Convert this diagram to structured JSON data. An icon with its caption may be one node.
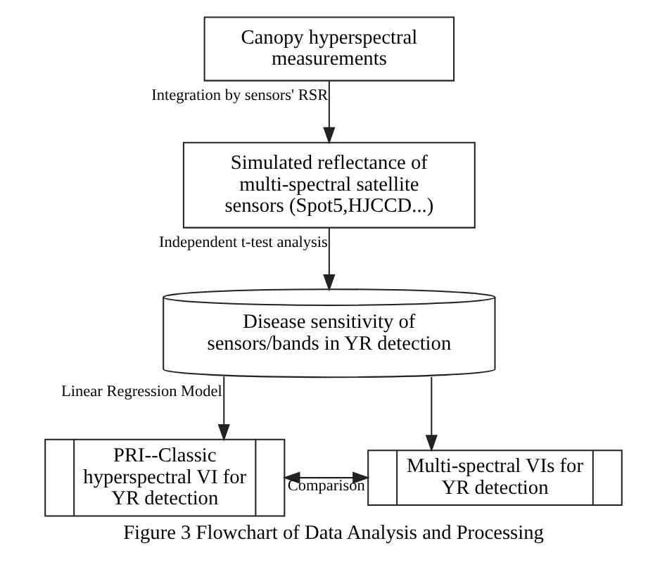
{
  "diagram": {
    "caption": "Figure 3 Flowchart of Data Analysis and Processing",
    "nodes": [
      {
        "text": [
          "Canopy hyperspectral measurements"
        ]
      },
      {
        "text": [
          "Simulated reflectance of multi-spectral satellite sensors (Spot5,HJCCD...)"
        ]
      },
      {
        "text": [
          "Disease sensitivity of sensors/bands in YR detection"
        ]
      },
      {
        "text": [
          "PRI--Classic hyperspectral VI for YR detection"
        ]
      },
      {
        "text": [
          "Multi-spectral VIs for YR detection"
        ]
      }
    ],
    "edges": [
      {
        "from": 0,
        "to": 1,
        "arrow": "to",
        "label": "Integration by sensors' RSR"
      },
      {
        "from": 1,
        "to": 2,
        "arrow": "to",
        "label": "Independent t-test analysis"
      },
      {
        "from": 2,
        "to": 3,
        "arrow": "to",
        "label": "Linear Regression Model"
      },
      {
        "from": 2,
        "to": 4,
        "arrow": "to"
      },
      {
        "from": 3,
        "to": 4,
        "arrow": "both",
        "label": "Comparison"
      }
    ]
  }
}
